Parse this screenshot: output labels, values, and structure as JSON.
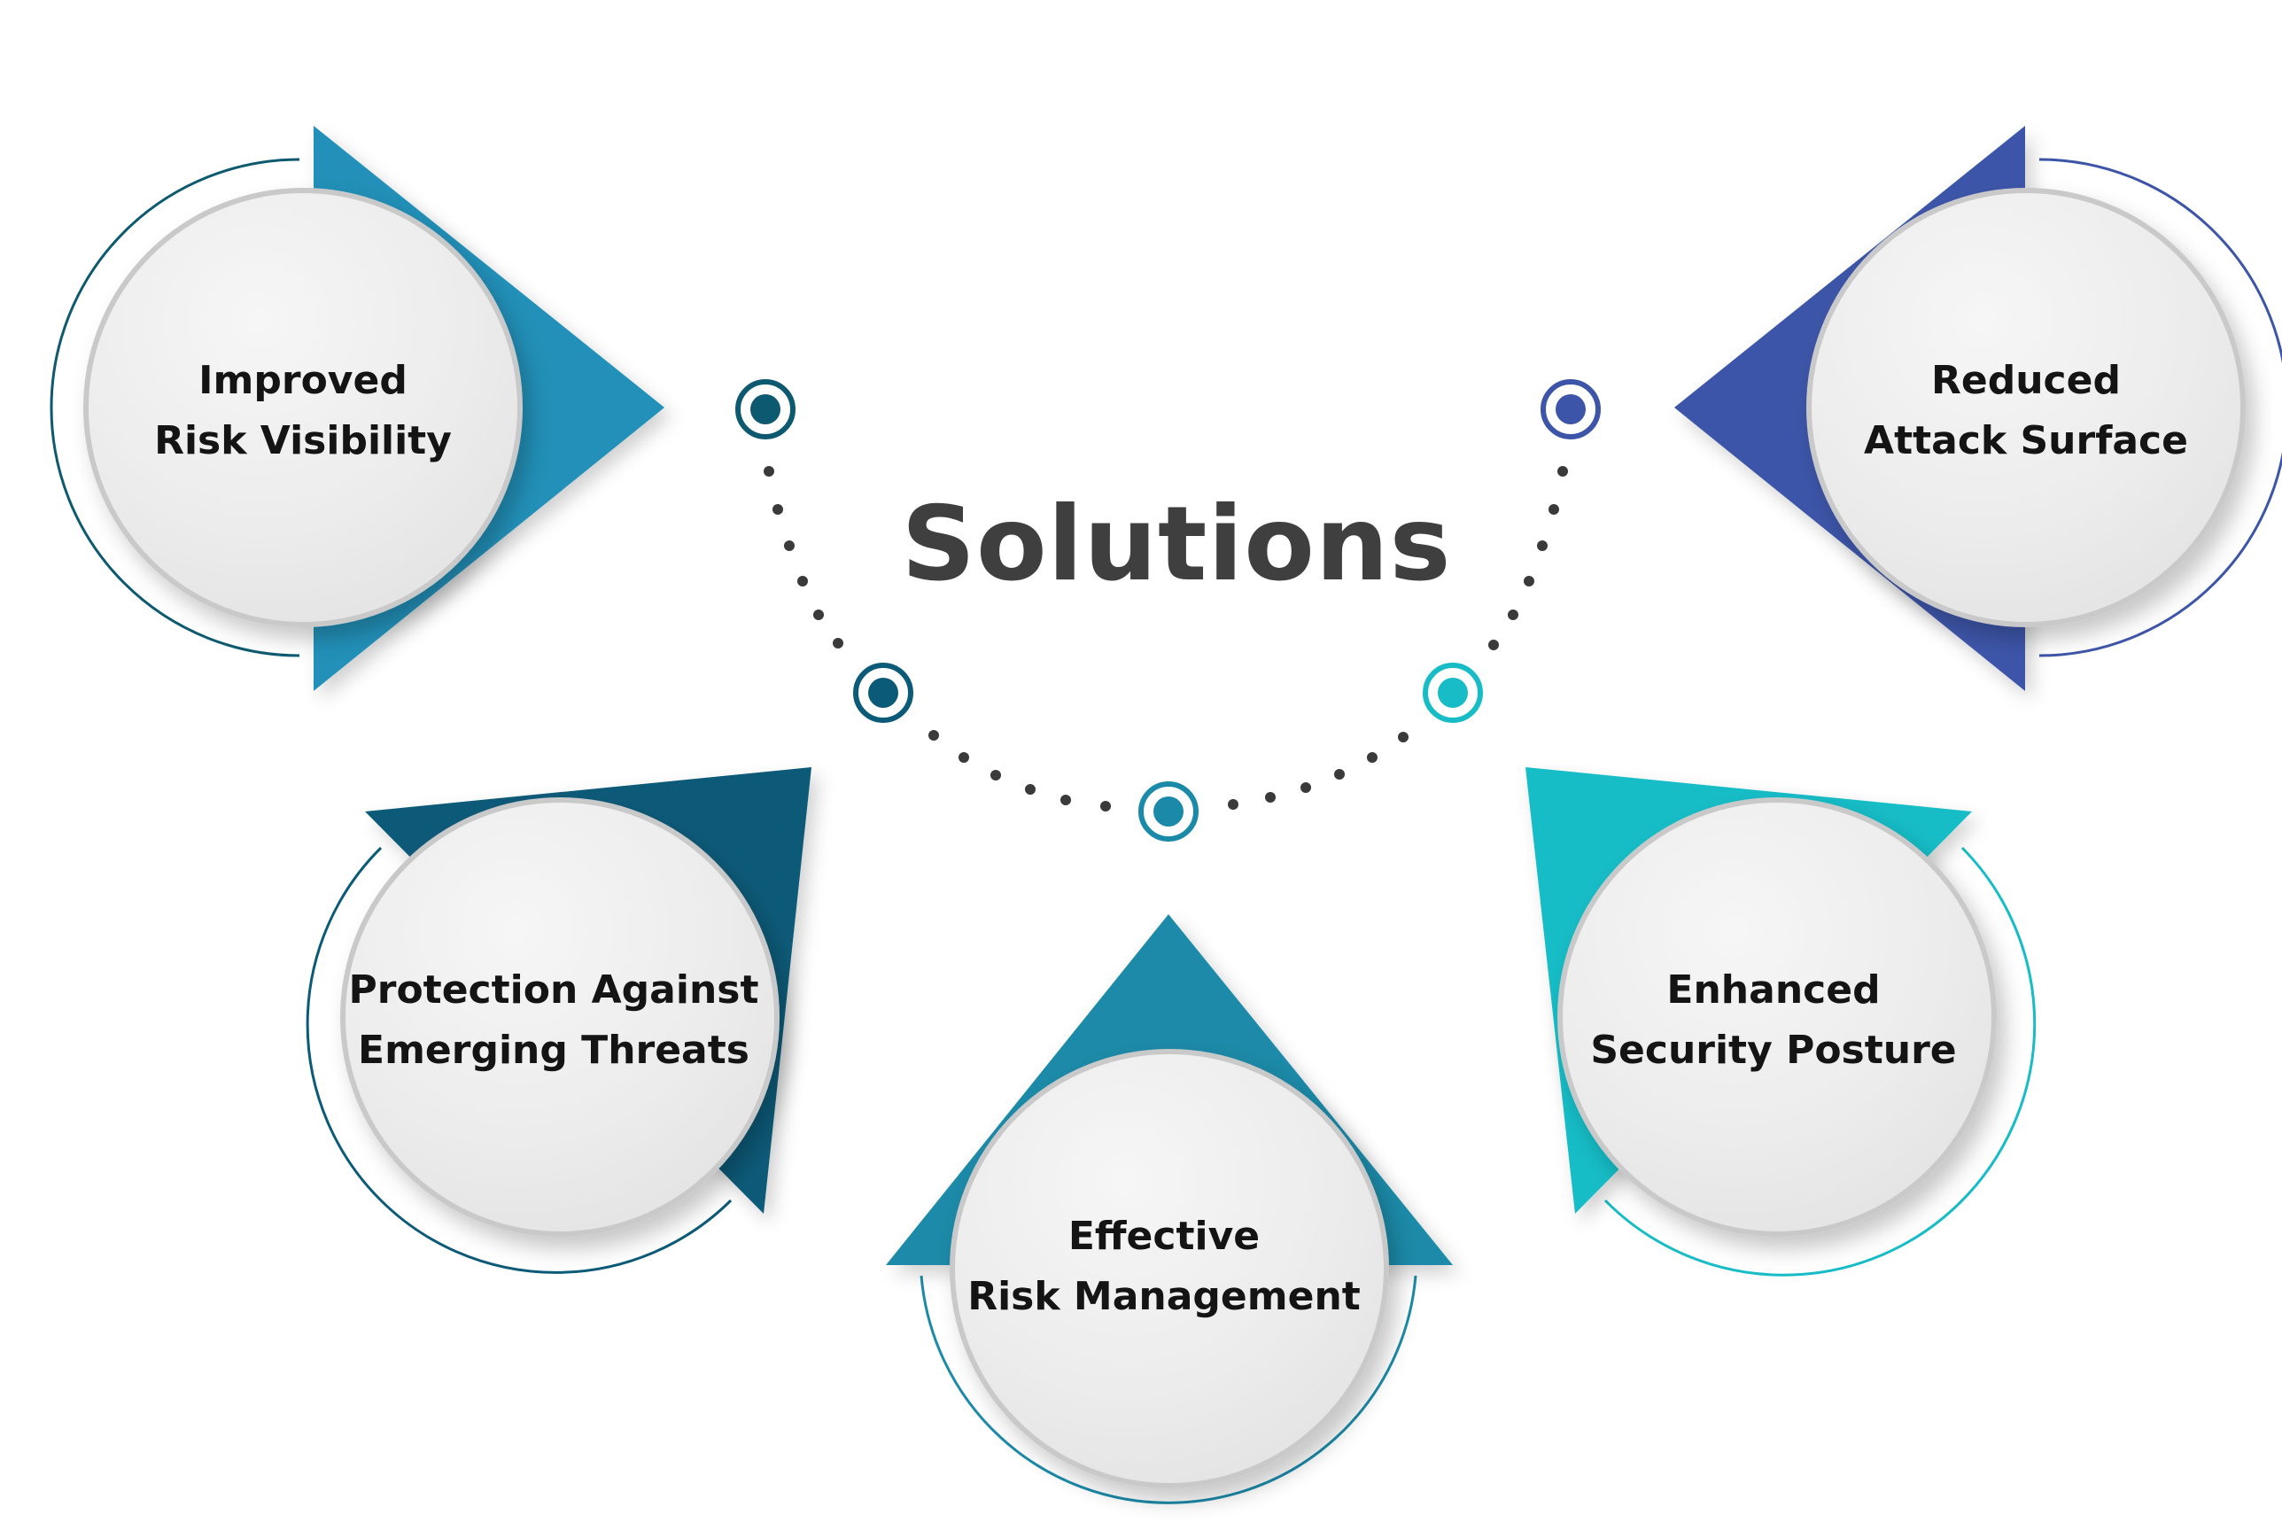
{
  "title": "Solutions",
  "colors": {
    "teal_blue": "#2290b8",
    "dark_teal": "#0b5a78",
    "mid_teal": "#1b8aa8",
    "cyan": "#17bcc6",
    "indigo": "#3d55a8",
    "dot": "#3a3a3a",
    "title": "#3f3f3f"
  },
  "items": [
    {
      "id": "improved-risk-visibility",
      "lines": [
        "Improved",
        "Risk Visibility"
      ],
      "color": "#2290b8",
      "ring": "#0d5a70",
      "icon": "triangle-pointer-right"
    },
    {
      "id": "reduced-attack-surface",
      "lines": [
        "Reduced",
        "Attack Surface"
      ],
      "color": "#3d55a8",
      "ring": "#3d55a8",
      "icon": "triangle-pointer-left"
    },
    {
      "id": "protection-emerging-threats",
      "lines": [
        "Protection Against",
        "Emerging Threats"
      ],
      "color": "#0b5a78",
      "ring": "#0b5a78",
      "icon": "triangle-pointer-up-right"
    },
    {
      "id": "effective-risk-management",
      "lines": [
        "Effective",
        "Risk Management"
      ],
      "color": "#1b8aa8",
      "ring": "#1b8aa8",
      "icon": "triangle-pointer-up"
    },
    {
      "id": "enhanced-security-posture",
      "lines": [
        "Enhanced",
        "Security Posture"
      ],
      "color": "#17bcc6",
      "ring": "#17bcc6",
      "icon": "triangle-pointer-up-left"
    }
  ],
  "nodes": [
    {
      "color": "#0d5a70"
    },
    {
      "color": "#0b5a78"
    },
    {
      "color": "#1b8aa8"
    },
    {
      "color": "#17bcc6"
    },
    {
      "color": "#3d55a8"
    }
  ]
}
